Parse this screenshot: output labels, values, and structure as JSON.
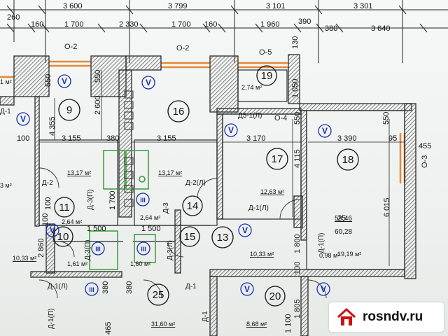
{
  "top_dimensions_row1": [
    "260",
    "3 600",
    "3 799",
    "3 101",
    "3 301"
  ],
  "top_dimensions_row2": [
    "160",
    "1 700",
    "2 330",
    "1 700",
    "160",
    "1 960",
    "390",
    "380",
    "3 640"
  ],
  "axis_labels": [
    "О-2",
    "О-2",
    "О-5",
    "О-4",
    "О-3"
  ],
  "rooms": [
    {
      "num": "9"
    },
    {
      "num": "16"
    },
    {
      "num": "19"
    },
    {
      "num": "17"
    },
    {
      "num": "18"
    },
    {
      "num": "11"
    },
    {
      "num": "14"
    },
    {
      "num": "10"
    },
    {
      "num": "15"
    },
    {
      "num": "13"
    },
    {
      "num": "25"
    },
    {
      "num": "20"
    }
  ],
  "areas": [
    "2,74 м²",
    "13,17 м²",
    "13,17 м²",
    "12,63 м²",
    "59,46",
    "60,28",
    "2,64 м²",
    "2,64 м²",
    "10,33 м²",
    "10,33 м²",
    "1,61 м²",
    "1,60 м²",
    "31,60 м²",
    "8,68 м²",
    "19,19 м²",
    "0,98 м²",
    "3 м²",
    "1 м²"
  ],
  "doors": [
    "Д5-1(Л)",
    "Д-2",
    "Д-2(Л)",
    "Д-1(Л)",
    "Д-3(П)",
    "Д-3",
    "Д-3(Л)",
    "Д-3(П)",
    "Д-1(П)",
    "Д-1(Л)",
    "Д-1",
    "Д-1(П)",
    "Д-1",
    "Д-1"
  ],
  "inner_dimensions": [
    "550",
    "2 600",
    "550",
    "1 050",
    "130",
    "550",
    "4 355",
    "100",
    "3 155",
    "380",
    "3 155",
    "3 170",
    "3 390",
    "95",
    "455",
    "4 115",
    "6 015",
    "2 860",
    "100",
    "1 700",
    "1 500",
    "1 500",
    "1 800",
    "550",
    "380",
    "380",
    "465",
    "1 805",
    "100",
    "100",
    "1 100",
    "25"
  ],
  "room_code": "25",
  "watermark": {
    "text": "rosndv.ru",
    "icon": "house-icon"
  },
  "vent_mark": "V",
  "stair_mark": "III",
  "colors": {
    "walls": "#2b2b2b",
    "hatch": "#555555",
    "window": "#e08a3a",
    "vent": "#1a2fb0",
    "plumbing": "#3a9a3a"
  }
}
